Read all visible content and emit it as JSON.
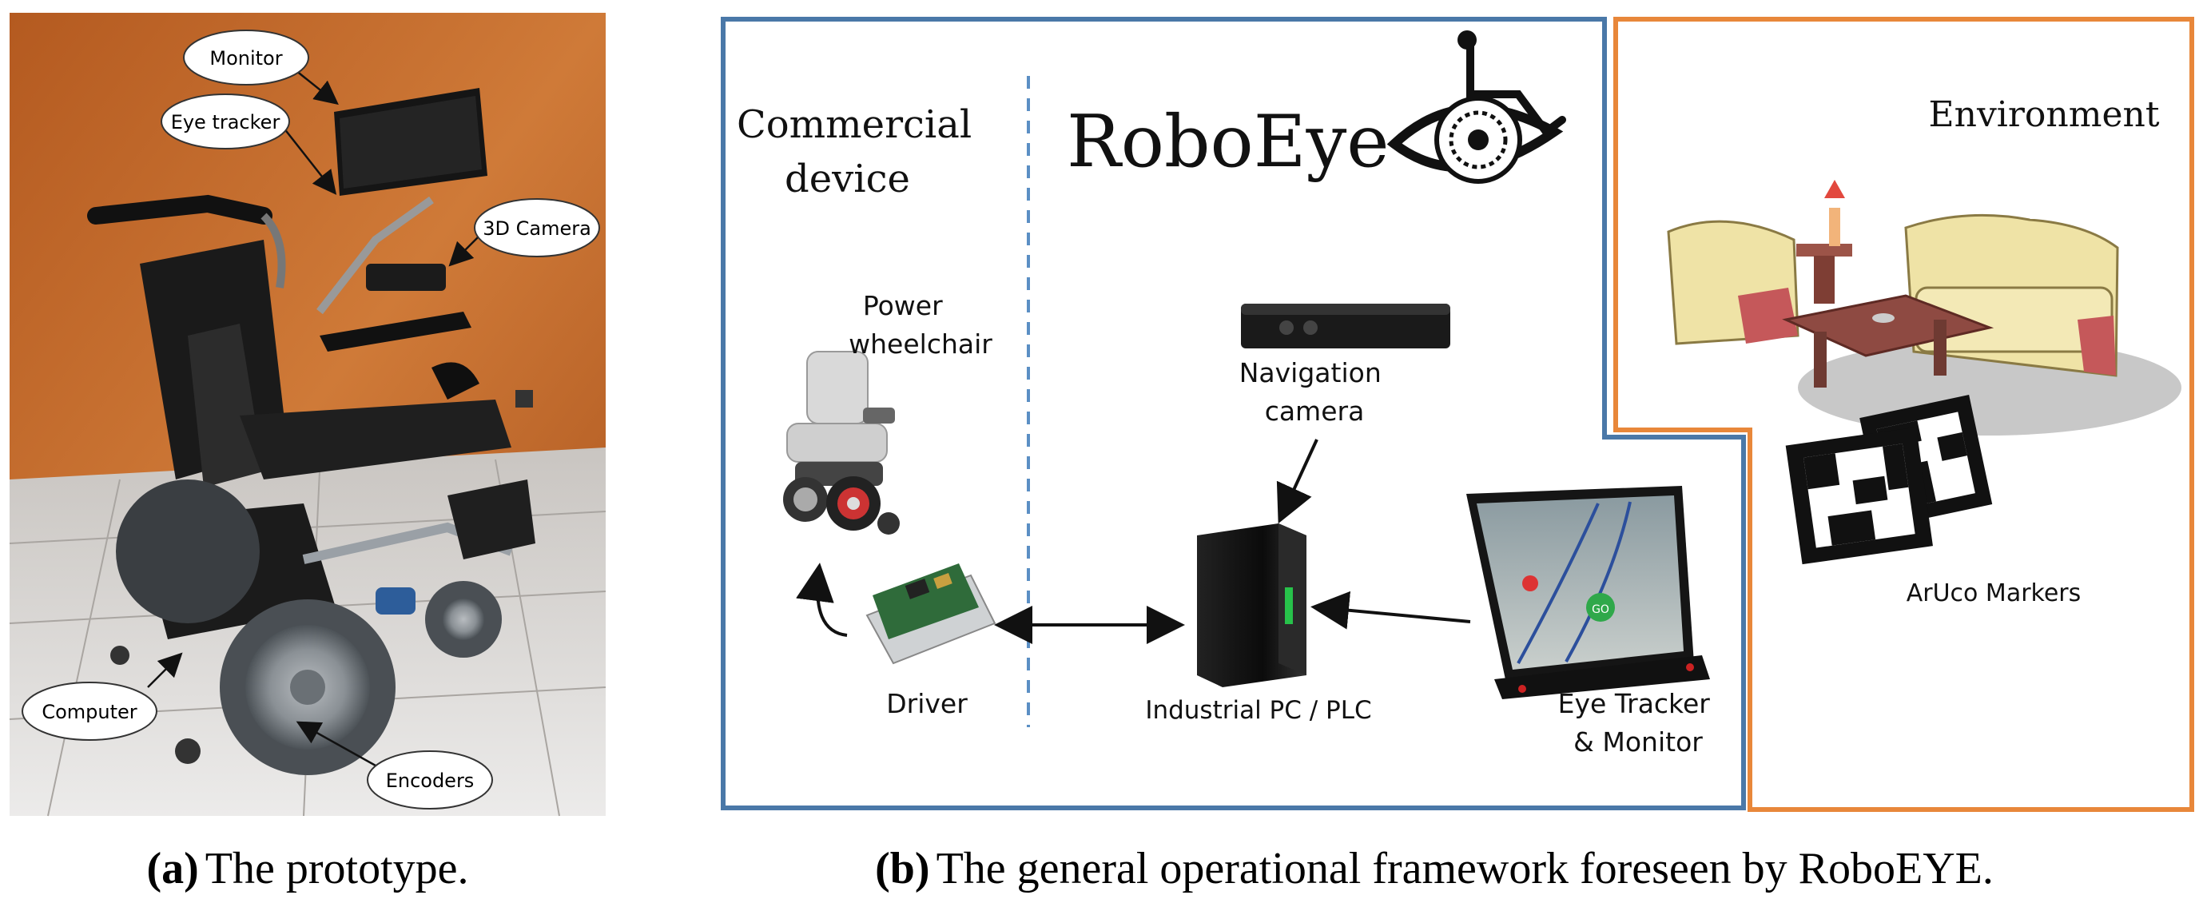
{
  "panel_a": {
    "callouts": {
      "monitor": "Monitor",
      "eye_tracker": "Eye tracker",
      "camera_3d": "3D Camera",
      "computer": "Computer",
      "encoders": "Encoders"
    },
    "caption": {
      "letter": "(a)",
      "text": "The prototype."
    }
  },
  "panel_b": {
    "commercial_device": [
      "Commercial",
      "device"
    ],
    "roboeye_logo_text": "RoboEye",
    "power_wheelchair": [
      "Power",
      "wheelchair"
    ],
    "driver": "Driver",
    "navigation_camera": [
      "Navigation",
      "camera"
    ],
    "industrial_pc": "Industrial PC / PLC",
    "eye_tracker_monitor": [
      "Eye Tracker",
      "& Monitor"
    ],
    "environment": "Environment",
    "aruco_markers": "ArUco Markers",
    "screen_badge": "GO",
    "caption": {
      "letter": "(b)",
      "text": "The general operational framework foreseen by RoboEYE."
    }
  },
  "colors": {
    "blue_frame": "#4a78a8",
    "orange_frame": "#e8873a",
    "wall": "#c46a2a",
    "floor": "#d9d6d3"
  }
}
